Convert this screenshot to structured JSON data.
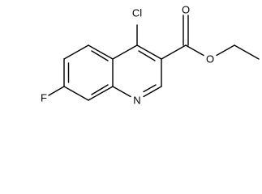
{
  "molecule": {
    "atoms": {
      "chlorine": "Cl",
      "fluorine": "F",
      "nitrogen": "N",
      "carbonyl_oxygen": "O",
      "ester_oxygen": "O"
    }
  },
  "colors": {
    "bond": "#000000",
    "label": "#000000",
    "background": "#ffffff"
  }
}
